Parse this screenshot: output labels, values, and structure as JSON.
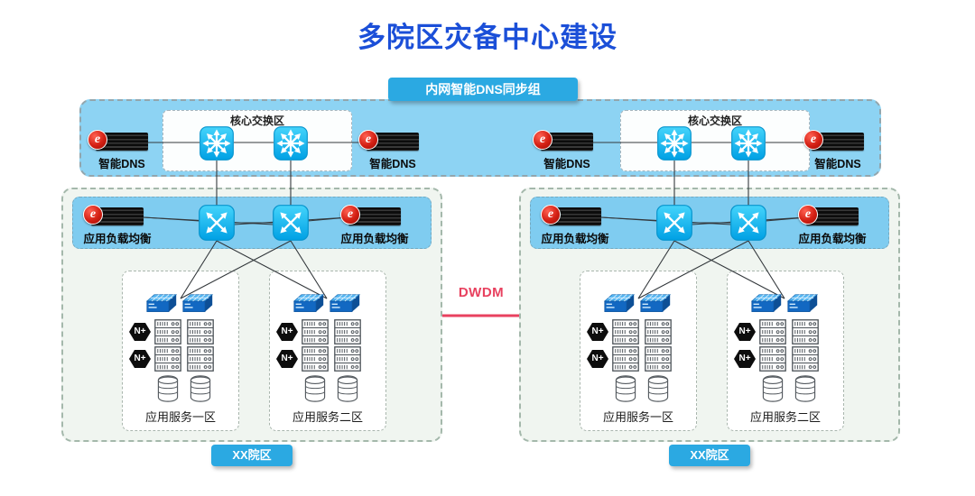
{
  "title": "多院区灾备中心建设",
  "dns_sync_group": {
    "label": "内网智能DNS同步组"
  },
  "dns_band": {
    "clusters": [
      {
        "dns_left": "智能DNS",
        "core_zone_label": "核心交换区",
        "dns_right": "智能DNS"
      },
      {
        "dns_left": "智能DNS",
        "core_zone_label": "核心交换区",
        "dns_right": "智能DNS"
      }
    ]
  },
  "interconnect": {
    "label": "DWDM"
  },
  "campuses": [
    {
      "name": "XX院区",
      "lb_left": "应用负载均衡",
      "lb_right": "应用负载均衡",
      "zones": [
        {
          "label": "应用服务一区",
          "badges": [
            "N+",
            "N+"
          ]
        },
        {
          "label": "应用服务二区",
          "badges": [
            "N+",
            "N+"
          ]
        }
      ]
    },
    {
      "name": "XX院区",
      "lb_left": "应用负载均衡",
      "lb_right": "应用负载均衡",
      "zones": [
        {
          "label": "应用服务一区",
          "badges": [
            "N+",
            "N+"
          ]
        },
        {
          "label": "应用服务二区",
          "badges": [
            "N+",
            "N+"
          ]
        }
      ]
    }
  ],
  "icons": {
    "vendor_logo_glyph": "e"
  },
  "colors": {
    "title_blue": "#1b4fd8",
    "band_blue": "#8dd3f3",
    "inner_band_blue": "#7fccf0",
    "tag_blue": "#2ba9e2",
    "dwdm_red": "#e8415f",
    "device_cyan": "#00a8e8"
  }
}
